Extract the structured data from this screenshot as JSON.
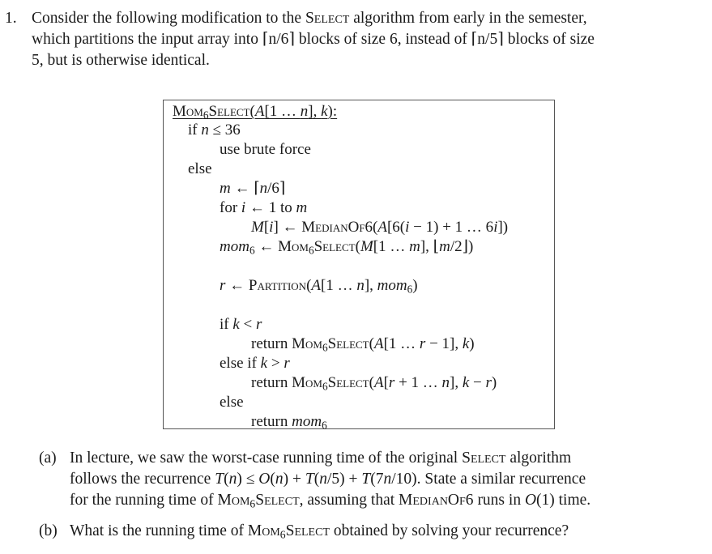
{
  "problem": {
    "number": "1.",
    "intro_lines": [
      "Consider the following modification to the",
      "algorithm from early in the semester,",
      "which partitions the input array into ⌈n/6⌉ blocks of size 6, instead of ⌈n/5⌉ blocks of size",
      "5, but is otherwise identical."
    ],
    "select_name": "Select"
  },
  "algorithm": {
    "header": "Mom₆Select(A[1 … n], k):",
    "lines": [
      {
        "indent": 1,
        "text": "if n ≤ 36"
      },
      {
        "indent": 2,
        "text": "use brute force"
      },
      {
        "indent": 1,
        "text": "else"
      },
      {
        "indent": 2,
        "text": "m ← ⌈n/6⌉"
      },
      {
        "indent": 2,
        "text": "for i ← 1 to m"
      },
      {
        "indent": 3,
        "text": "M[i] ← MedianOf6(A[6(i−1)+1 … 6i])"
      },
      {
        "indent": 2,
        "text": "mom₆ ← Mom₆Select(M[1 … m], ⌊m/2⌋)"
      },
      {
        "indent": 2,
        "text": ""
      },
      {
        "indent": 2,
        "text": "r ← Partition(A[1 … n], mom₆)"
      },
      {
        "indent": 2,
        "text": ""
      },
      {
        "indent": 2,
        "text": "if k < r"
      },
      {
        "indent": 3,
        "text": "return Mom₆Select(A[1 … r−1], k)"
      },
      {
        "indent": 2,
        "text": "else if k > r"
      },
      {
        "indent": 3,
        "text": "return Mom₆Select(A[r+1 … n], k−r)"
      },
      {
        "indent": 2,
        "text": "else"
      },
      {
        "indent": 3,
        "text": "return mom₆"
      }
    ]
  },
  "parts": [
    {
      "label": "(a)",
      "lines": [
        "In lecture, we saw the worst-case running time of the original Select algorithm",
        "follows the recurrence T(n) ≤ O(n) + T(n/5) + T(7n/10). State a similar recurrence",
        "for the running time of Mom₆Select, assuming that MedianOf6 runs in O(1) time."
      ]
    },
    {
      "label": "(b)",
      "lines": [
        "What is the running time of Mom₆Select obtained by solving your recurrence?"
      ]
    }
  ]
}
